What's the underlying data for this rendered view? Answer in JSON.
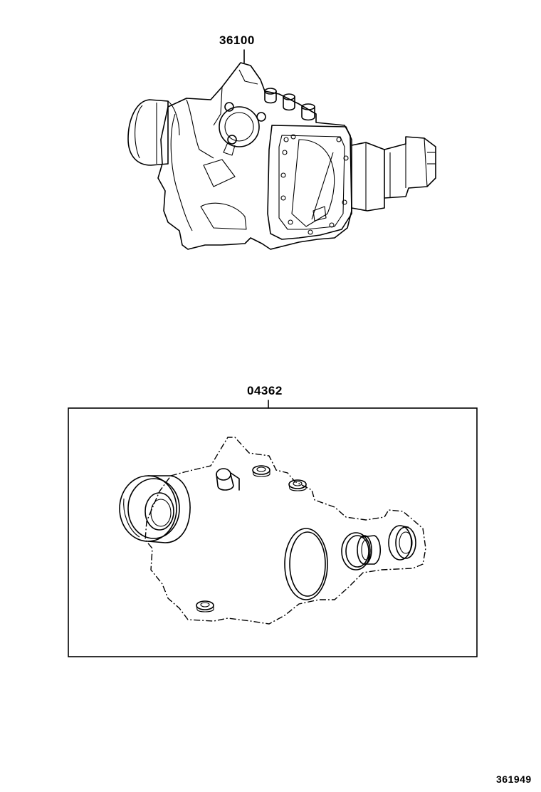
{
  "parts": [
    {
      "part_number": "36100"
    },
    {
      "part_number": "04362"
    }
  ],
  "figure_id": "361949"
}
